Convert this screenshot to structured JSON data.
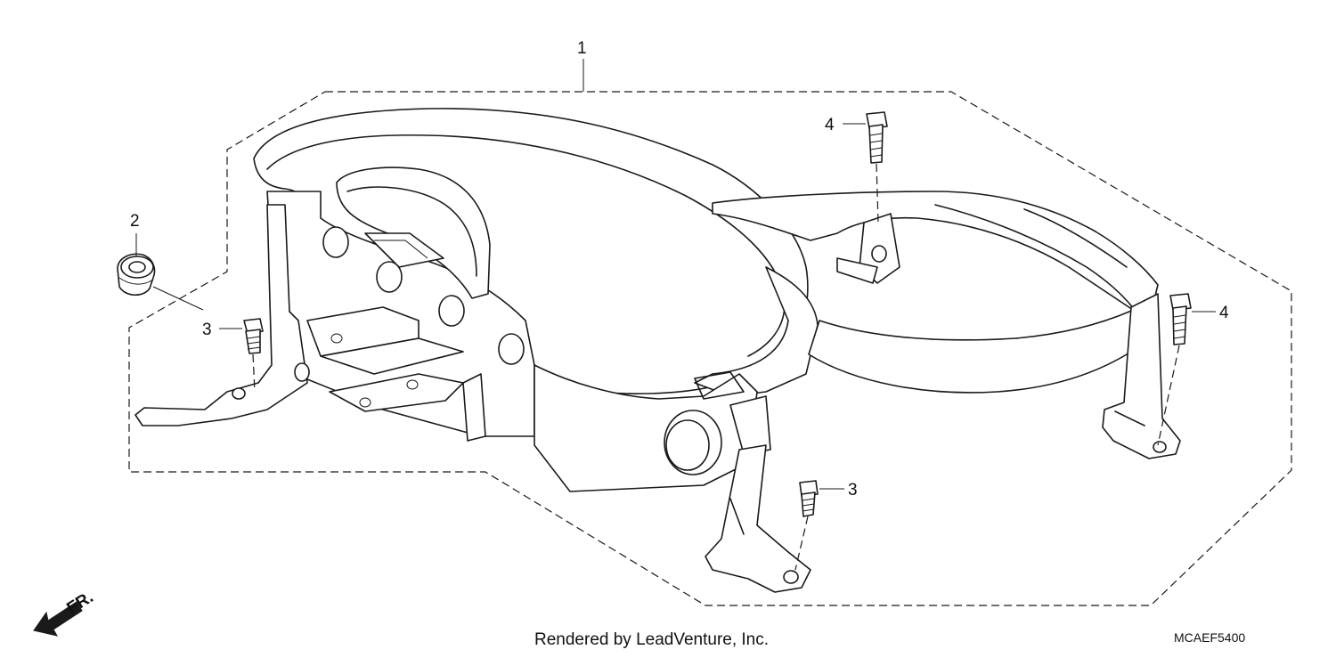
{
  "callouts": {
    "part1": "1",
    "part2": "2",
    "part3_left": "3",
    "part3_bottom": "3",
    "part4_top": "4",
    "part4_right": "4"
  },
  "front_arrow": {
    "label": "FR.",
    "icon": "front-direction-arrow-icon"
  },
  "footer": {
    "credit": "Rendered by LeadVenture, Inc.",
    "diagram_code": "MCAEF5400"
  }
}
